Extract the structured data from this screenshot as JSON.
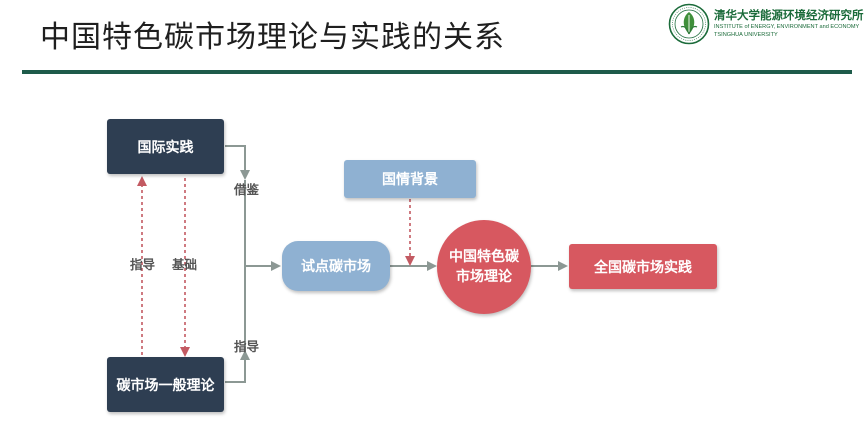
{
  "slide": {
    "title": "中国特色碳市场理论与实践的关系"
  },
  "logo": {
    "cn_name": "清华大学能源环境经济研究所",
    "en_line1": "INSTITUTE of ENERGY, ENVIRONMENT and ECONOMY",
    "en_line2": "TSINGHUA UNIVERSITY"
  },
  "diagram": {
    "nodes": {
      "intl_practice": "国际实践",
      "general_theory": "碳市场一般理论",
      "pilot_market": "试点碳市场",
      "national_context": "国情背景",
      "china_theory_line1": "中国特色碳",
      "china_theory_line2": "市场理论",
      "national_practice": "全国碳市场实践"
    },
    "edge_labels": {
      "guide_left": "指导",
      "foundation": "基础",
      "reference": "借鉴",
      "guide_right": "指导"
    }
  },
  "colors": {
    "dark_box": "#2e3e52",
    "light_blue": "#8fb1d2",
    "red": "#d75860",
    "gray_arrow": "#8c9894",
    "dashed_red": "#c35a62",
    "rule_green": "#1e5b4a"
  }
}
